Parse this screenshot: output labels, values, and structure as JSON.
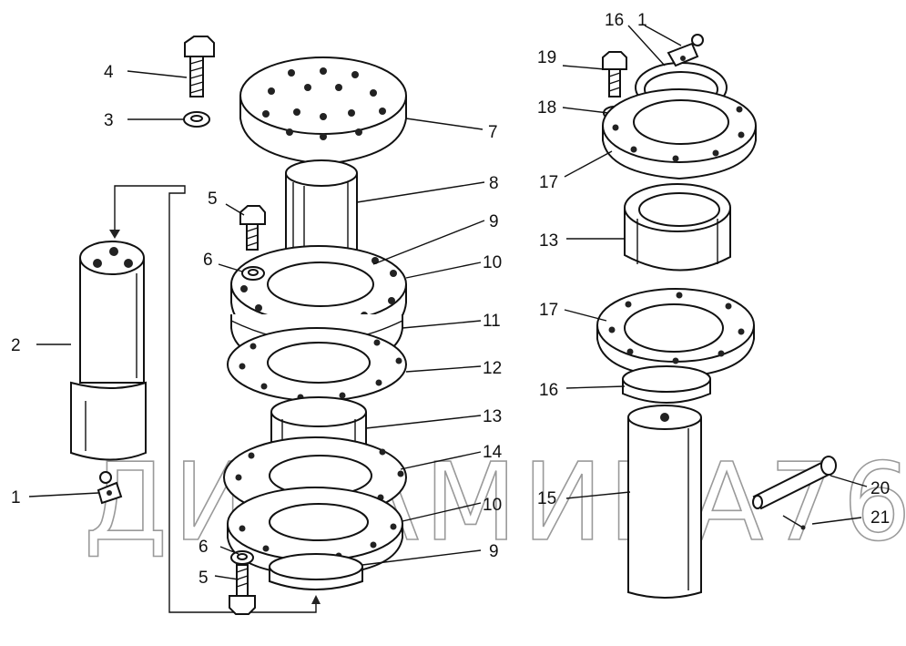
{
  "title": "Exploded assembly drawing",
  "watermark": "ДИНАМИКА76",
  "labels": [
    {
      "id": "L4",
      "text": "4",
      "part": "bolt"
    },
    {
      "id": "L3",
      "text": "3",
      "part": "washer"
    },
    {
      "id": "L7",
      "text": "7",
      "part": "top flange plate"
    },
    {
      "id": "L5a",
      "text": "5",
      "part": "bolt"
    },
    {
      "id": "L8",
      "text": "8",
      "part": "shaft sleeve"
    },
    {
      "id": "L9a",
      "text": "9",
      "part": "seal ring"
    },
    {
      "id": "L6a",
      "text": "6",
      "part": "washer"
    },
    {
      "id": "L10a",
      "text": "10",
      "part": "flange"
    },
    {
      "id": "L11",
      "text": "11",
      "part": "flange"
    },
    {
      "id": "L2",
      "text": "2",
      "part": "cylindrical insert"
    },
    {
      "id": "L12",
      "text": "12",
      "part": "gasket"
    },
    {
      "id": "L13a",
      "text": "13",
      "part": "bushing"
    },
    {
      "id": "L1a",
      "text": "1",
      "part": "grease nipple"
    },
    {
      "id": "L14",
      "text": "14",
      "part": "flange"
    },
    {
      "id": "L10b",
      "text": "10",
      "part": "flange"
    },
    {
      "id": "L6b",
      "text": "6",
      "part": "washer"
    },
    {
      "id": "L9b",
      "text": "9",
      "part": "seal ring"
    },
    {
      "id": "L5b",
      "text": "5",
      "part": "bolt"
    },
    {
      "id": "L16a",
      "text": "16",
      "part": "seal ring"
    },
    {
      "id": "L1b",
      "text": "1",
      "part": "grease nipple"
    },
    {
      "id": "L19",
      "text": "19",
      "part": "bolt"
    },
    {
      "id": "L18",
      "text": "18",
      "part": "washer"
    },
    {
      "id": "L17a",
      "text": "17",
      "part": "flange"
    },
    {
      "id": "L13b",
      "text": "13",
      "part": "bushing"
    },
    {
      "id": "L17b",
      "text": "17",
      "part": "flange"
    },
    {
      "id": "L16b",
      "text": "16",
      "part": "seal ring"
    },
    {
      "id": "L15",
      "text": "15",
      "part": "shaft"
    },
    {
      "id": "L20",
      "text": "20",
      "part": "pin"
    },
    {
      "id": "L21",
      "text": "21",
      "part": "cotter pin"
    }
  ]
}
